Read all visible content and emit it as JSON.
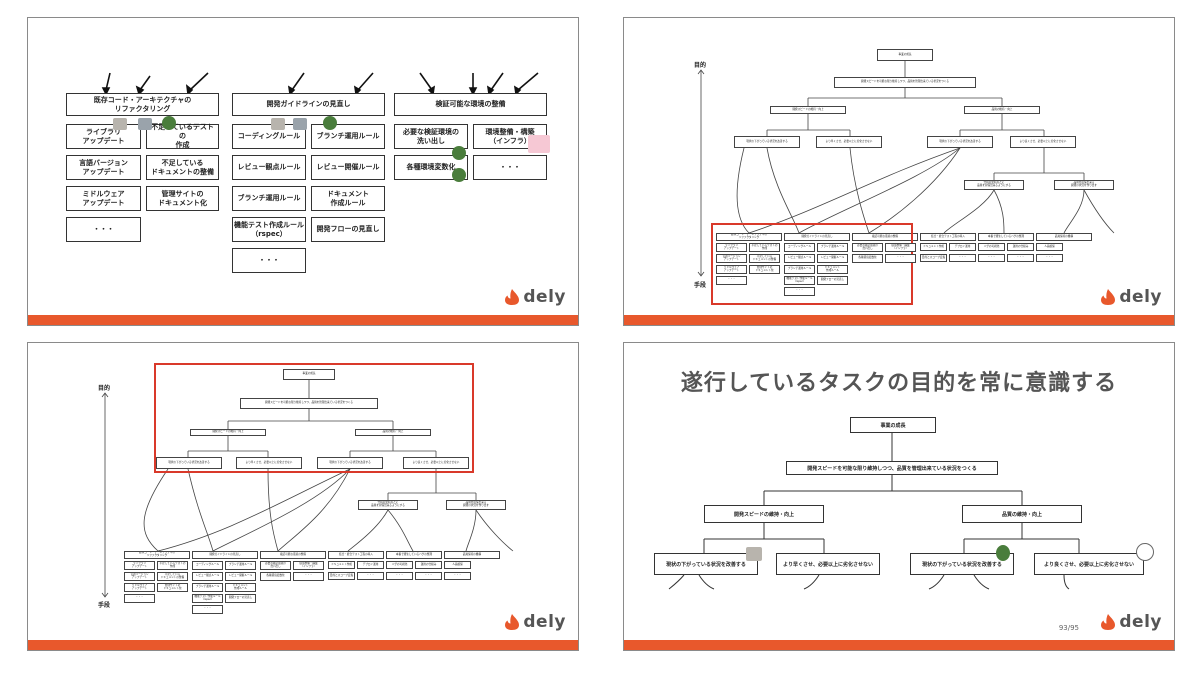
{
  "brand": {
    "name": "dely",
    "accent": "#e8582c",
    "frame": "#d9392a"
  },
  "axis": {
    "top": "目的",
    "bottom": "手段"
  },
  "slide1": {
    "col1_header": "既存コード・アーキテクチャの\nリファクタリング",
    "col1_items": [
      "ライブラリ\nアップデート",
      "不足しているテストの\n作成",
      "言語バージョン\nアップデート",
      "不足している\nドキュメントの整備",
      "ミドルウェア\nアップデート",
      "管理サイトの\nドキュメント化",
      "・・・"
    ],
    "col2_header": "開発ガイドラインの見直し",
    "col2_items": [
      "コーディングルール",
      "ブランチ運用ルール",
      "レビュー観点ルール",
      "レビュー開催ルール",
      "ブランチ運用ルール",
      "ドキュメント\n作成ルール",
      "機能テスト作成ルール\n（rspec）",
      "開発フローの見直し",
      "・・・"
    ],
    "col3_header": "検証可能な環境の整備",
    "col3_items": [
      "必要な検証環境の\n洗い出し",
      "環境整備・構築\n（インフラ）",
      "各種環境変数化",
      "・・・"
    ]
  },
  "tree": {
    "root": "事業の成長",
    "level1": "開発スピードを可能な限り維持しつつ、品質を管理出来ている状況をつくる",
    "level2_left": "開発スピードの維持・向上",
    "level2_right": "品質の維持・向上",
    "level3": [
      "現状の下がっている状況を改善する",
      "より早くさせ、必要以上に劣化させない",
      "現状の下がっている状況を改善する",
      "より良くさせ、必要以上に劣化させない"
    ],
    "level4": [
      "仕様変更時などに\n品質を担保出来るようにする",
      "品質を担保出来る\n開発の状況を作り出す"
    ],
    "leaf_headers": [
      "既存コード・アーキテクチャの\nリファクタリング",
      "開発ガイドラインの見直し",
      "検証可能な環境の整備",
      "結合・統合テスト工程の導入",
      "本番で発生しているバグの整理",
      "品質保持の機構"
    ],
    "leaf_sub": [
      "ドキュメント作成",
      "デプロイ運用",
      "バグの可視化",
      "運用の仕組み",
      "人員確保"
    ],
    "leaf_sub2": [
      "目的とスコープ定義",
      "・・・",
      "・・・",
      "・・・",
      "・・・"
    ]
  },
  "slide4": {
    "title": "遂行しているタスクの目的を常に意識する",
    "page": "93/95"
  }
}
